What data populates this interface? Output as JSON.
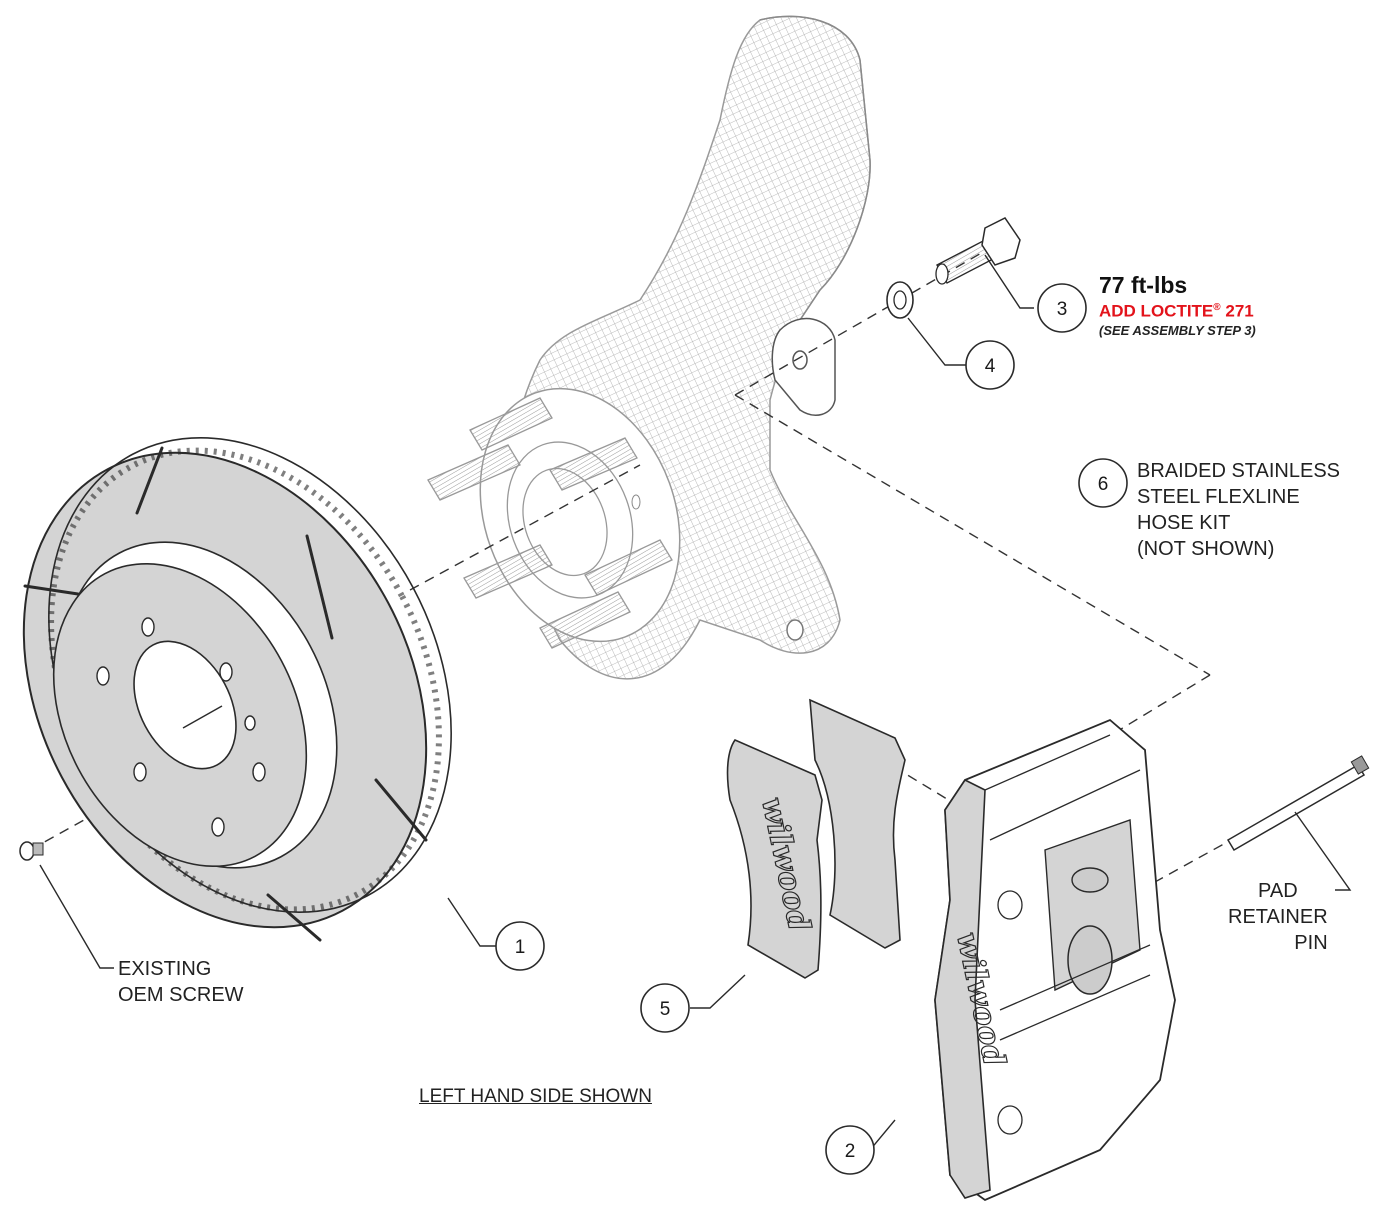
{
  "diagram": {
    "title": "Brake kit exploded assembly view",
    "brand_marking": "wilwood",
    "colors": {
      "line": "#2a2a2a",
      "part_fill": "#d4d4d4",
      "mesh": "#9a9a9a",
      "warning_text": "#e3131b"
    },
    "callouts": [
      {
        "number": "1",
        "part": "rotor"
      },
      {
        "number": "2",
        "part": "caliper"
      },
      {
        "number": "3",
        "part": "mounting-bolt"
      },
      {
        "number": "4",
        "part": "washer"
      },
      {
        "number": "5",
        "part": "brake-pads"
      },
      {
        "number": "6",
        "part": "hose-kit"
      }
    ],
    "notes": {
      "torque_value": "77 ft-lbs",
      "loctite_prefix": "ADD LOCTITE",
      "loctite_mark": "®",
      "loctite_number": " 271",
      "assembly_step": "(SEE ASSEMBLY STEP 3)",
      "hose_kit_lines": [
        "BRAIDED STAINLESS",
        "STEEL FLEXLINE",
        "HOSE KIT",
        "(NOT SHOWN)"
      ],
      "pad_retainer_lines": [
        "PAD",
        "RETAINER",
        "PIN"
      ],
      "oem_screw_lines": [
        "EXISTING",
        "OEM SCREW"
      ],
      "side_note": "LEFT HAND SIDE SHOWN"
    }
  }
}
